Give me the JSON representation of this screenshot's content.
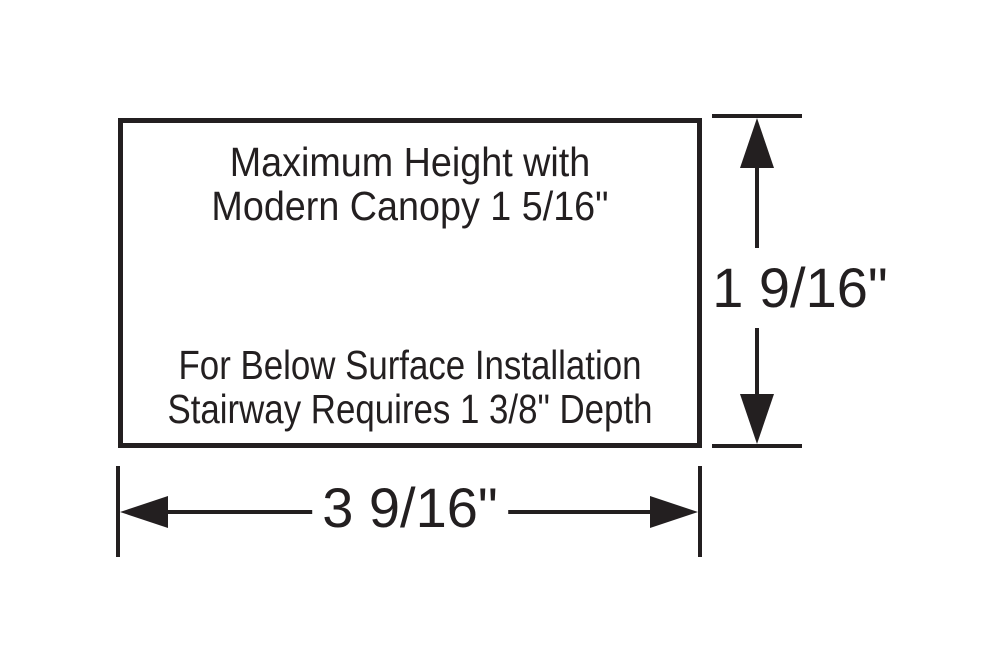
{
  "diagram": {
    "note_top": [
      "Maximum Height with",
      "Modern Canopy 1 5/16\""
    ],
    "note_bottom": [
      "For Below Surface Installation",
      "Stairway Requires 1 3/8\" Depth"
    ],
    "width_label": "3 9/16\"",
    "height_label": "1 9/16\""
  },
  "colors": {
    "ink": "#231f20",
    "background": "#ffffff"
  }
}
